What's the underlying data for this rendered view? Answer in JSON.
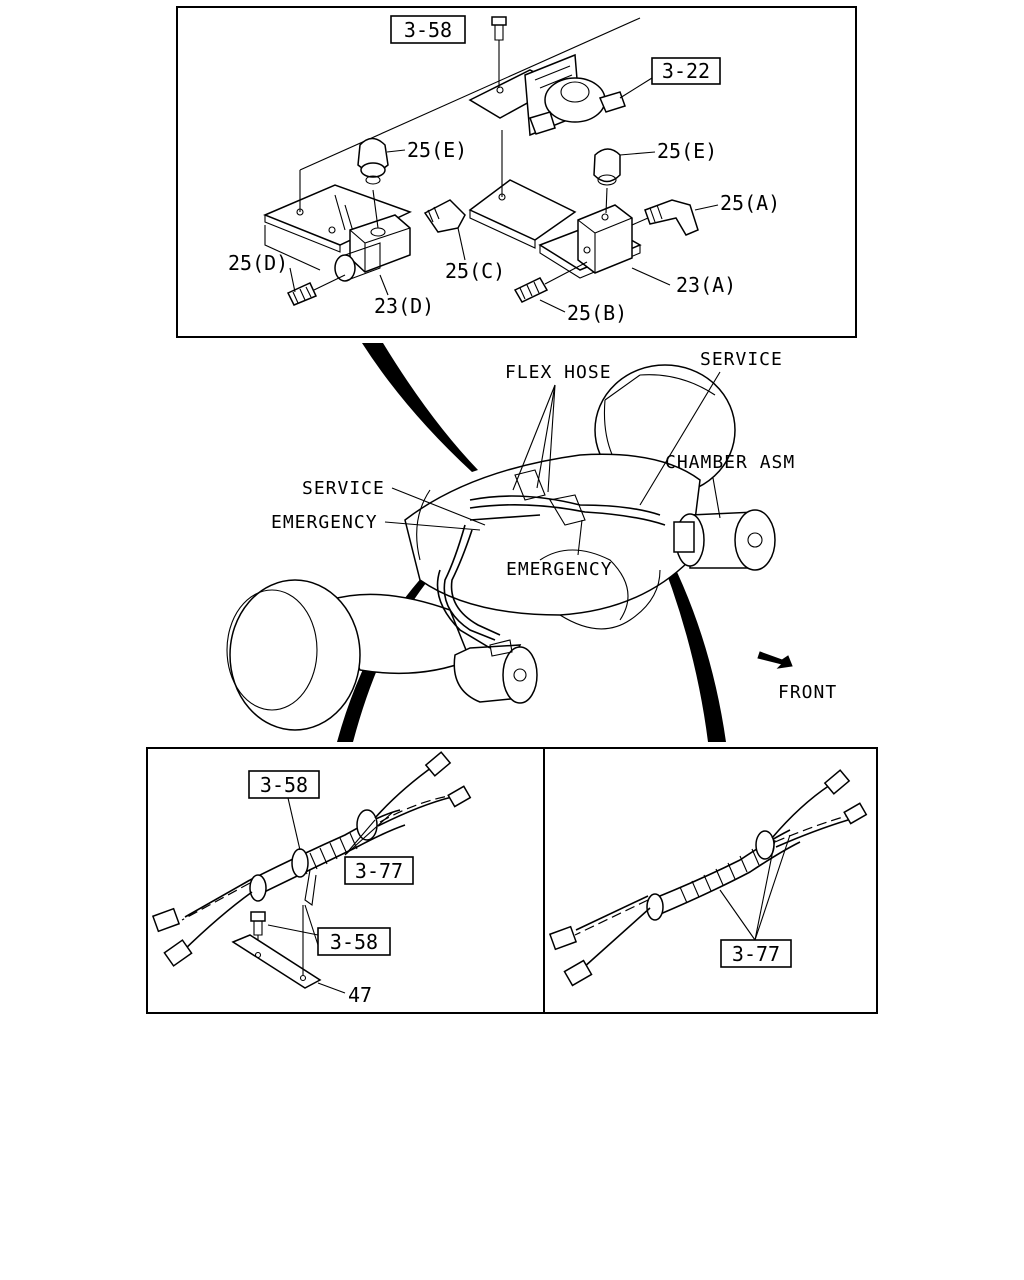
{
  "top_callouts": {
    "ref_3_58": "3-58",
    "ref_3_22": "3-22",
    "p25e_left": "25(E)",
    "p25e_right": "25(E)",
    "p25a": "25(A)",
    "p25d": "25(D)",
    "p25c": "25(C)",
    "p23a": "23(A)",
    "p23d": "23(D)",
    "p25b": "25(B)"
  },
  "main_labels": {
    "flex_hose": "FLEX HOSE",
    "service_right": "SERVICE",
    "service_left": "SERVICE",
    "chamber_asm": "CHAMBER ASM",
    "emergency_left": "EMERGENCY",
    "emergency_center": "EMERGENCY",
    "front": "FRONT"
  },
  "bottom_left_callouts": {
    "ref_3_58_top": "3-58",
    "ref_3_77": "3-77",
    "ref_3_58_bottom": "3-58",
    "p47": "47"
  },
  "bottom_right_callouts": {
    "ref_3_77": "3-77"
  }
}
